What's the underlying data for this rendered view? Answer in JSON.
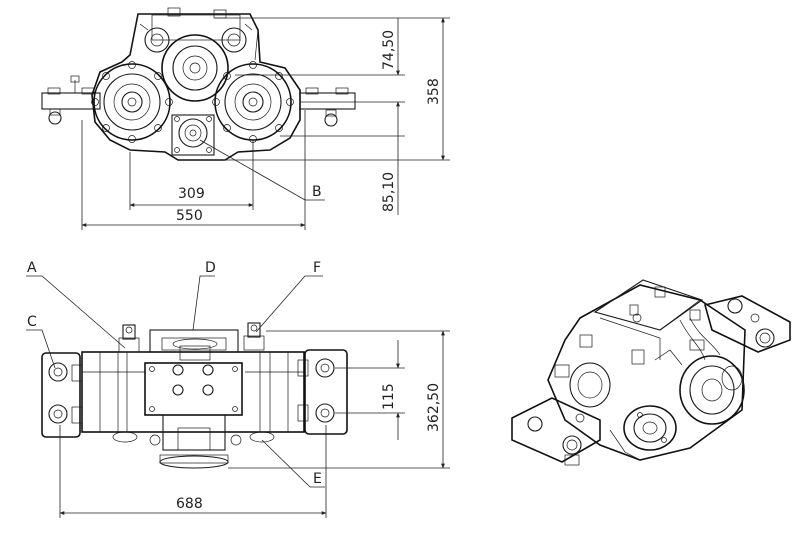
{
  "dimensions": {
    "top_width_inner": "309",
    "top_width_outer": "550",
    "top_height_total": "358",
    "top_height_upper": "74,50",
    "top_height_lower": "85,10",
    "front_width": "688",
    "front_height_total": "362,50",
    "front_height_partial": "115"
  },
  "callouts": {
    "a": "A",
    "b": "B",
    "c": "C",
    "d": "D",
    "e": "E",
    "f": "F"
  }
}
